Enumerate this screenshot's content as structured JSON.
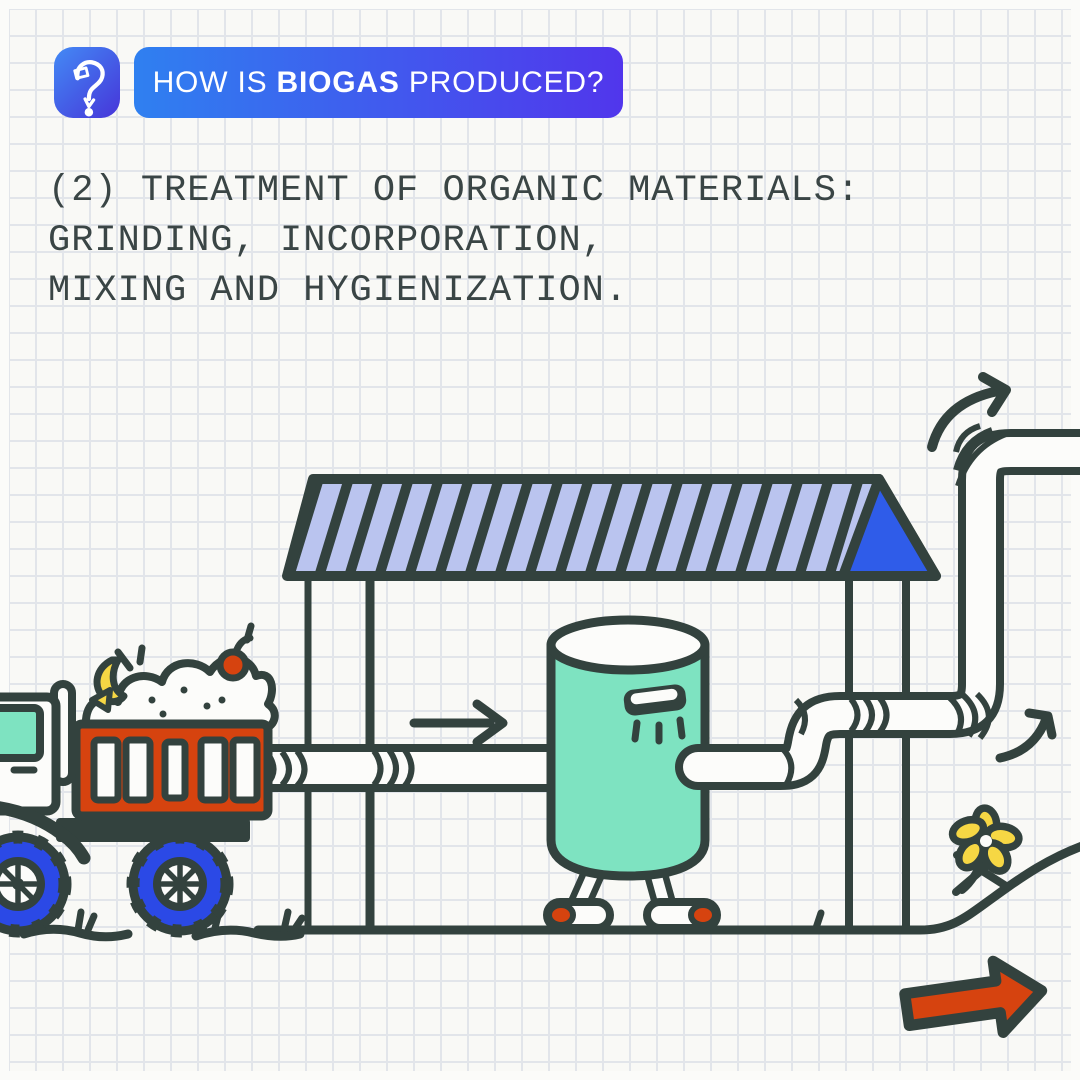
{
  "header": {
    "badge_icon": "question-mark-icon",
    "title": {
      "pre": "HOW IS ",
      "bold": "BIOGAS",
      "post": " PRODUCED?"
    }
  },
  "body": {
    "lines": [
      "(2) TREATMENT OF ORGANIC MATERIALS:",
      "GRINDING, INCORPORATION,",
      "MIXING AND HYGIENIZATION."
    ]
  },
  "illustration": {
    "items": [
      "truck-with-organic-waste",
      "shed-striped-roof",
      "treatment-tank-character",
      "inlet-pipe",
      "outlet-pipe",
      "gas-flow-arrows",
      "flower-doodle",
      "ground-line",
      "red-next-arrow"
    ]
  },
  "colors": {
    "pill_gradient_start": "#2f80f0",
    "pill_gradient_end": "#5136ec",
    "badge_gradient_start": "#438af5",
    "badge_gradient_end": "#4635d9",
    "ink_outline": "#33423e",
    "tank_mint": "#7ee3c1",
    "truck_red": "#d6430f",
    "wheel_blue": "#2b49e6",
    "roof_lilac": "#bac4ef",
    "gable_blue": "#2f5ce9",
    "doodle_yellow": "#f6d744",
    "paper": "#f9f9f6",
    "grid_line": "#e2e5ea",
    "text": "#3a4545"
  }
}
